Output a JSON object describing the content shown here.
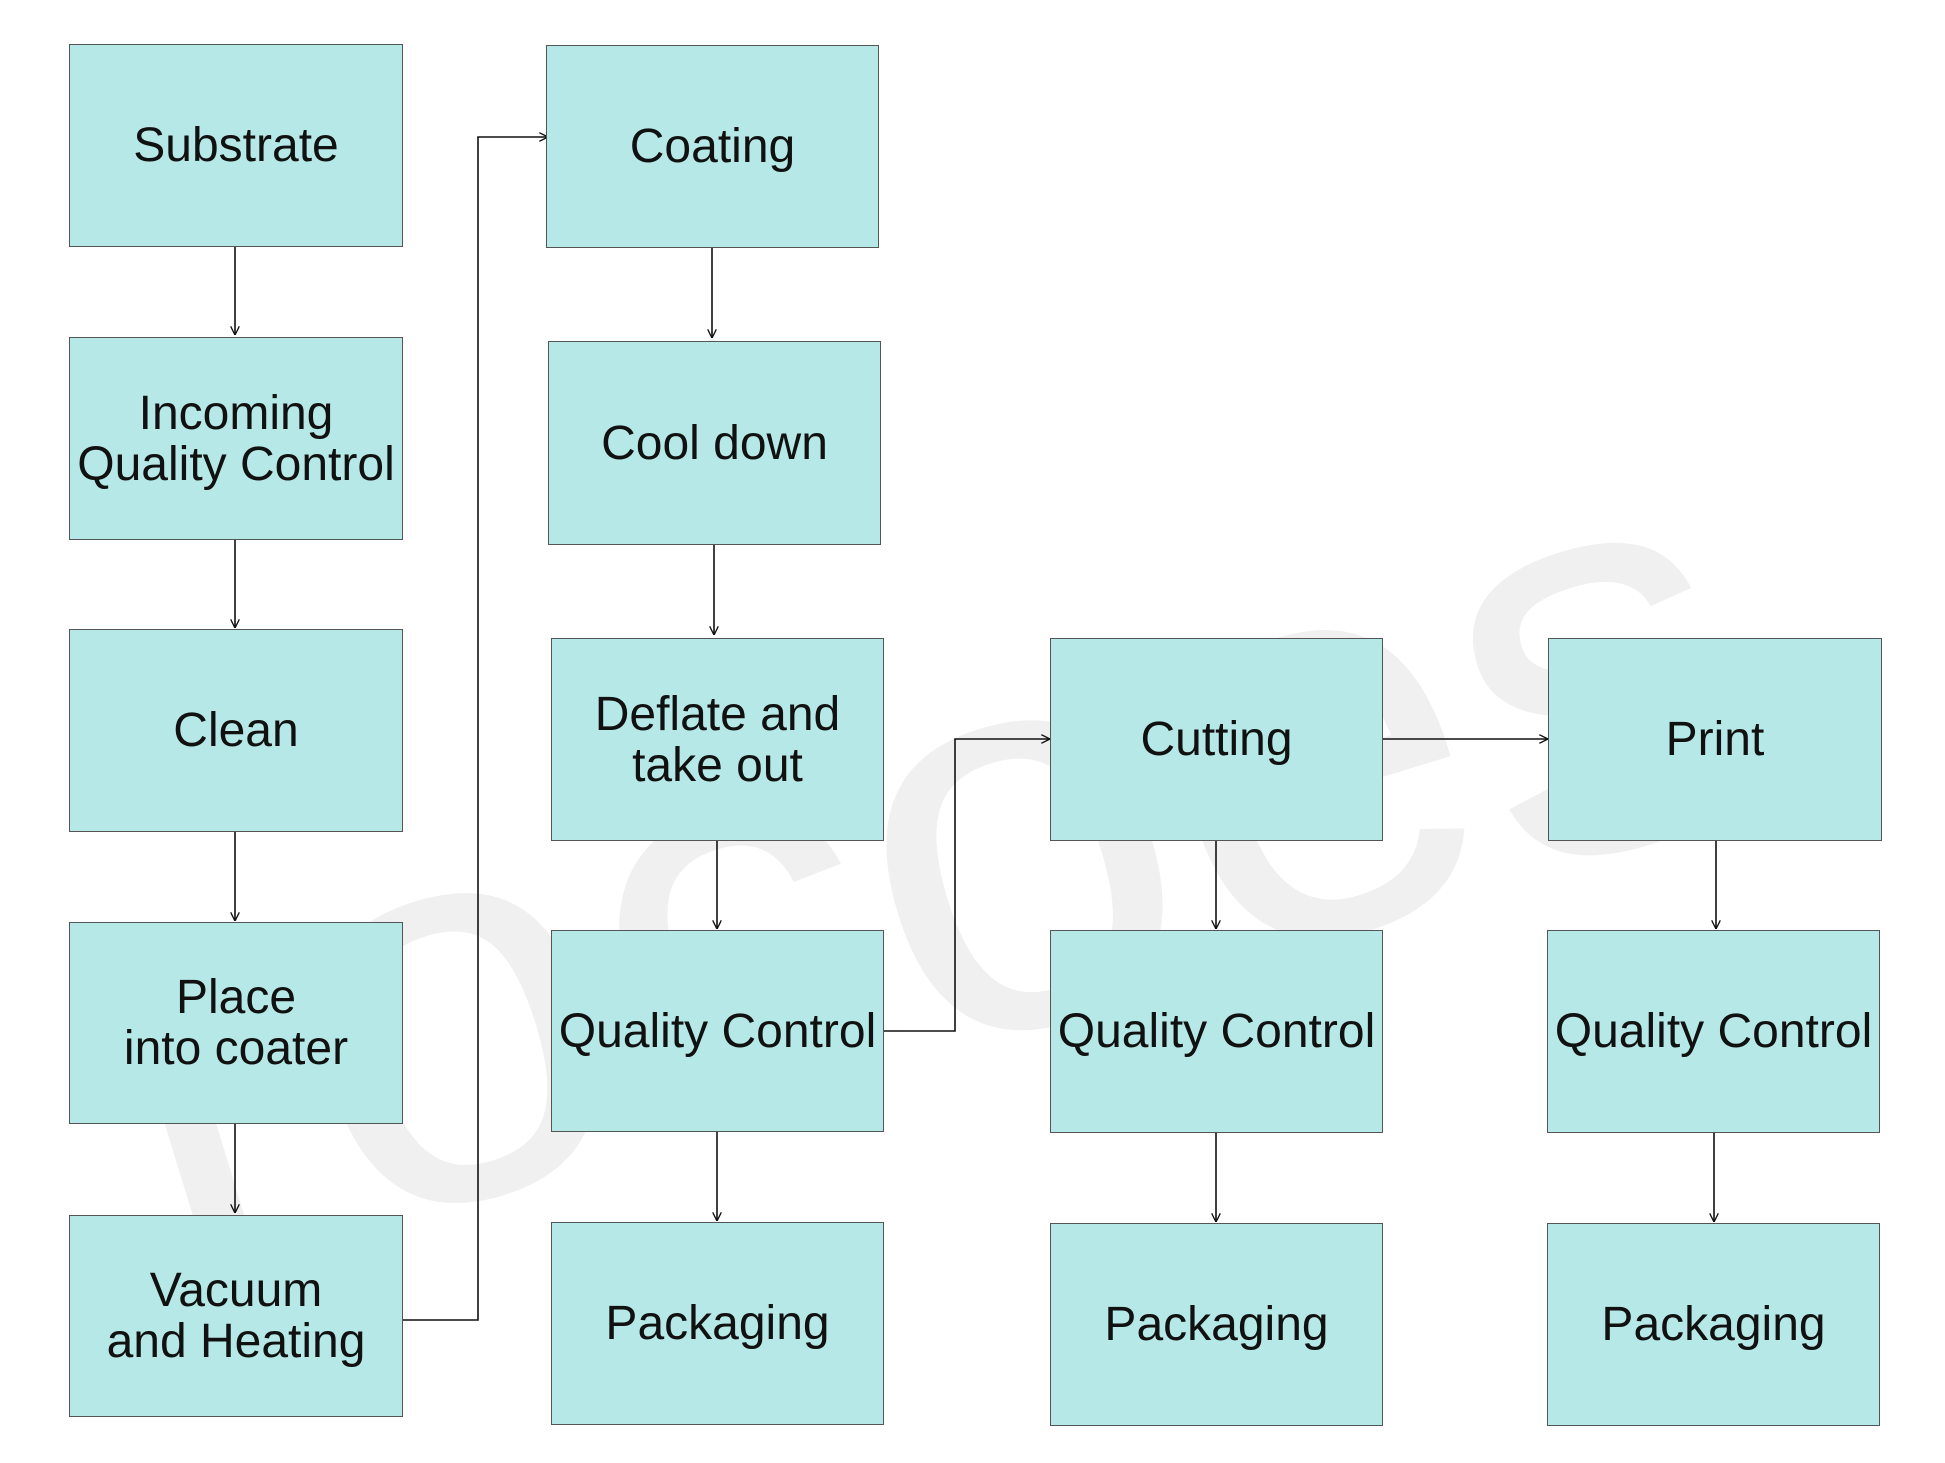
{
  "watermark": {
    "text": "rocoes",
    "color": "#dddddd"
  },
  "colors": {
    "node_fill": "#b6e8e7",
    "node_border": "#555555",
    "connector": "#111111",
    "text": "#111111"
  },
  "nodes": [
    {
      "id": "substrate",
      "label": "Substrate"
    },
    {
      "id": "incoming-qc",
      "label": "Incoming\nQuality Control"
    },
    {
      "id": "clean",
      "label": "Clean"
    },
    {
      "id": "place-into-coater",
      "label": "Place\ninto coater"
    },
    {
      "id": "vacuum-heating",
      "label": "Vacuum\nand Heating"
    },
    {
      "id": "coating",
      "label": "Coating"
    },
    {
      "id": "cool-down",
      "label": "Cool down"
    },
    {
      "id": "deflate-take-out",
      "label": "Deflate and\ntake out"
    },
    {
      "id": "qc-1",
      "label": "Quality Control"
    },
    {
      "id": "packaging-1",
      "label": "Packaging"
    },
    {
      "id": "cutting",
      "label": "Cutting"
    },
    {
      "id": "qc-2",
      "label": "Quality Control"
    },
    {
      "id": "packaging-2",
      "label": "Packaging"
    },
    {
      "id": "print",
      "label": "Print"
    },
    {
      "id": "qc-3",
      "label": "Quality Control"
    },
    {
      "id": "packaging-3",
      "label": "Packaging"
    }
  ],
  "edges": [
    {
      "from": "substrate",
      "to": "incoming-qc"
    },
    {
      "from": "incoming-qc",
      "to": "clean"
    },
    {
      "from": "clean",
      "to": "place-into-coater"
    },
    {
      "from": "place-into-coater",
      "to": "vacuum-heating"
    },
    {
      "from": "vacuum-heating",
      "to": "coating"
    },
    {
      "from": "coating",
      "to": "cool-down"
    },
    {
      "from": "cool-down",
      "to": "deflate-take-out"
    },
    {
      "from": "deflate-take-out",
      "to": "qc-1"
    },
    {
      "from": "qc-1",
      "to": "packaging-1"
    },
    {
      "from": "qc-1",
      "to": "cutting"
    },
    {
      "from": "cutting",
      "to": "qc-2"
    },
    {
      "from": "qc-2",
      "to": "packaging-2"
    },
    {
      "from": "cutting",
      "to": "print"
    },
    {
      "from": "print",
      "to": "qc-3"
    },
    {
      "from": "qc-3",
      "to": "packaging-3"
    }
  ]
}
